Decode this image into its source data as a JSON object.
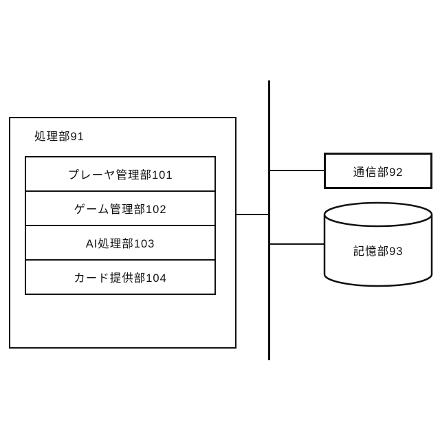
{
  "diagram": {
    "type": "block-diagram",
    "colors": {
      "line": "#111111",
      "background": "#ffffff"
    },
    "processing_unit": {
      "label": "処理部91",
      "modules": [
        {
          "label": "プレーヤ管理部101"
        },
        {
          "label": "ゲーム管理部102"
        },
        {
          "label": "AI処理部103"
        },
        {
          "label": "カード提供部104"
        }
      ]
    },
    "communication_unit": {
      "label": "通信部92"
    },
    "storage_unit": {
      "label": "記憶部93",
      "shape": "cylinder"
    },
    "connections": [
      {
        "from": "処理部91",
        "to": "bus"
      },
      {
        "from": "bus",
        "to": "通信部92"
      },
      {
        "from": "bus",
        "to": "記憶部93"
      }
    ]
  }
}
